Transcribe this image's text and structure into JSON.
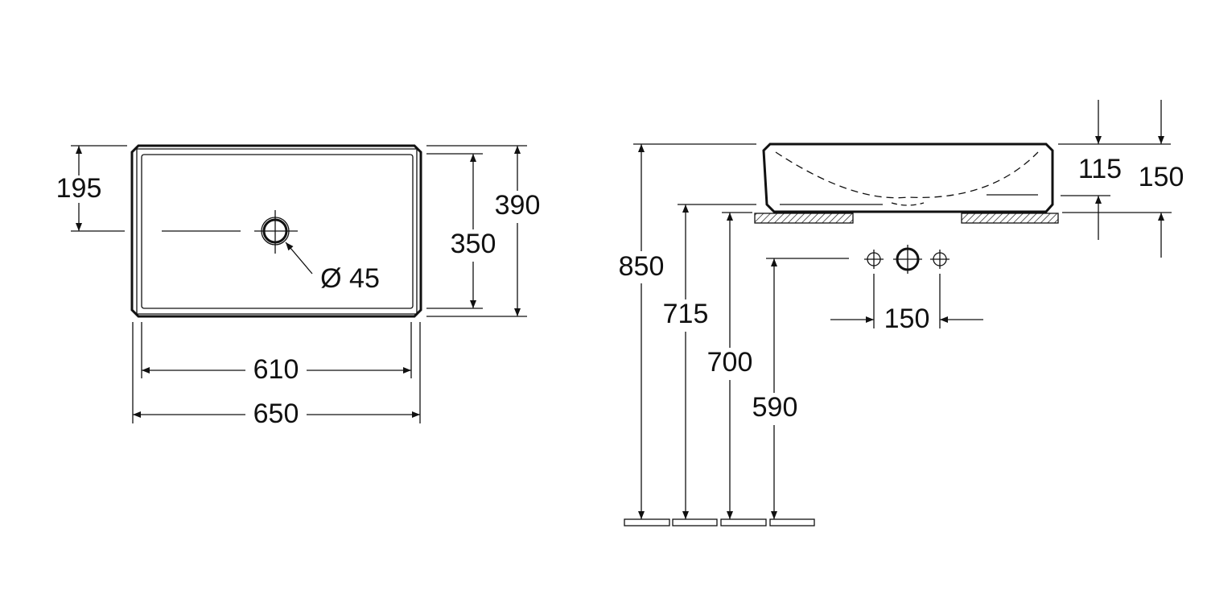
{
  "top_view": {
    "dims": {
      "drain_offset": "195",
      "inner_depth": "350",
      "outer_depth": "390",
      "inner_width": "610",
      "outer_width": "650",
      "drain_diameter": "Ø 45"
    }
  },
  "side_view": {
    "dims": {
      "top_height": "850",
      "counter_height_1": "715",
      "counter_height_2": "700",
      "waste_height": "590",
      "tap_spacing": "150",
      "basin_height": "115",
      "overall_height": "150"
    }
  }
}
